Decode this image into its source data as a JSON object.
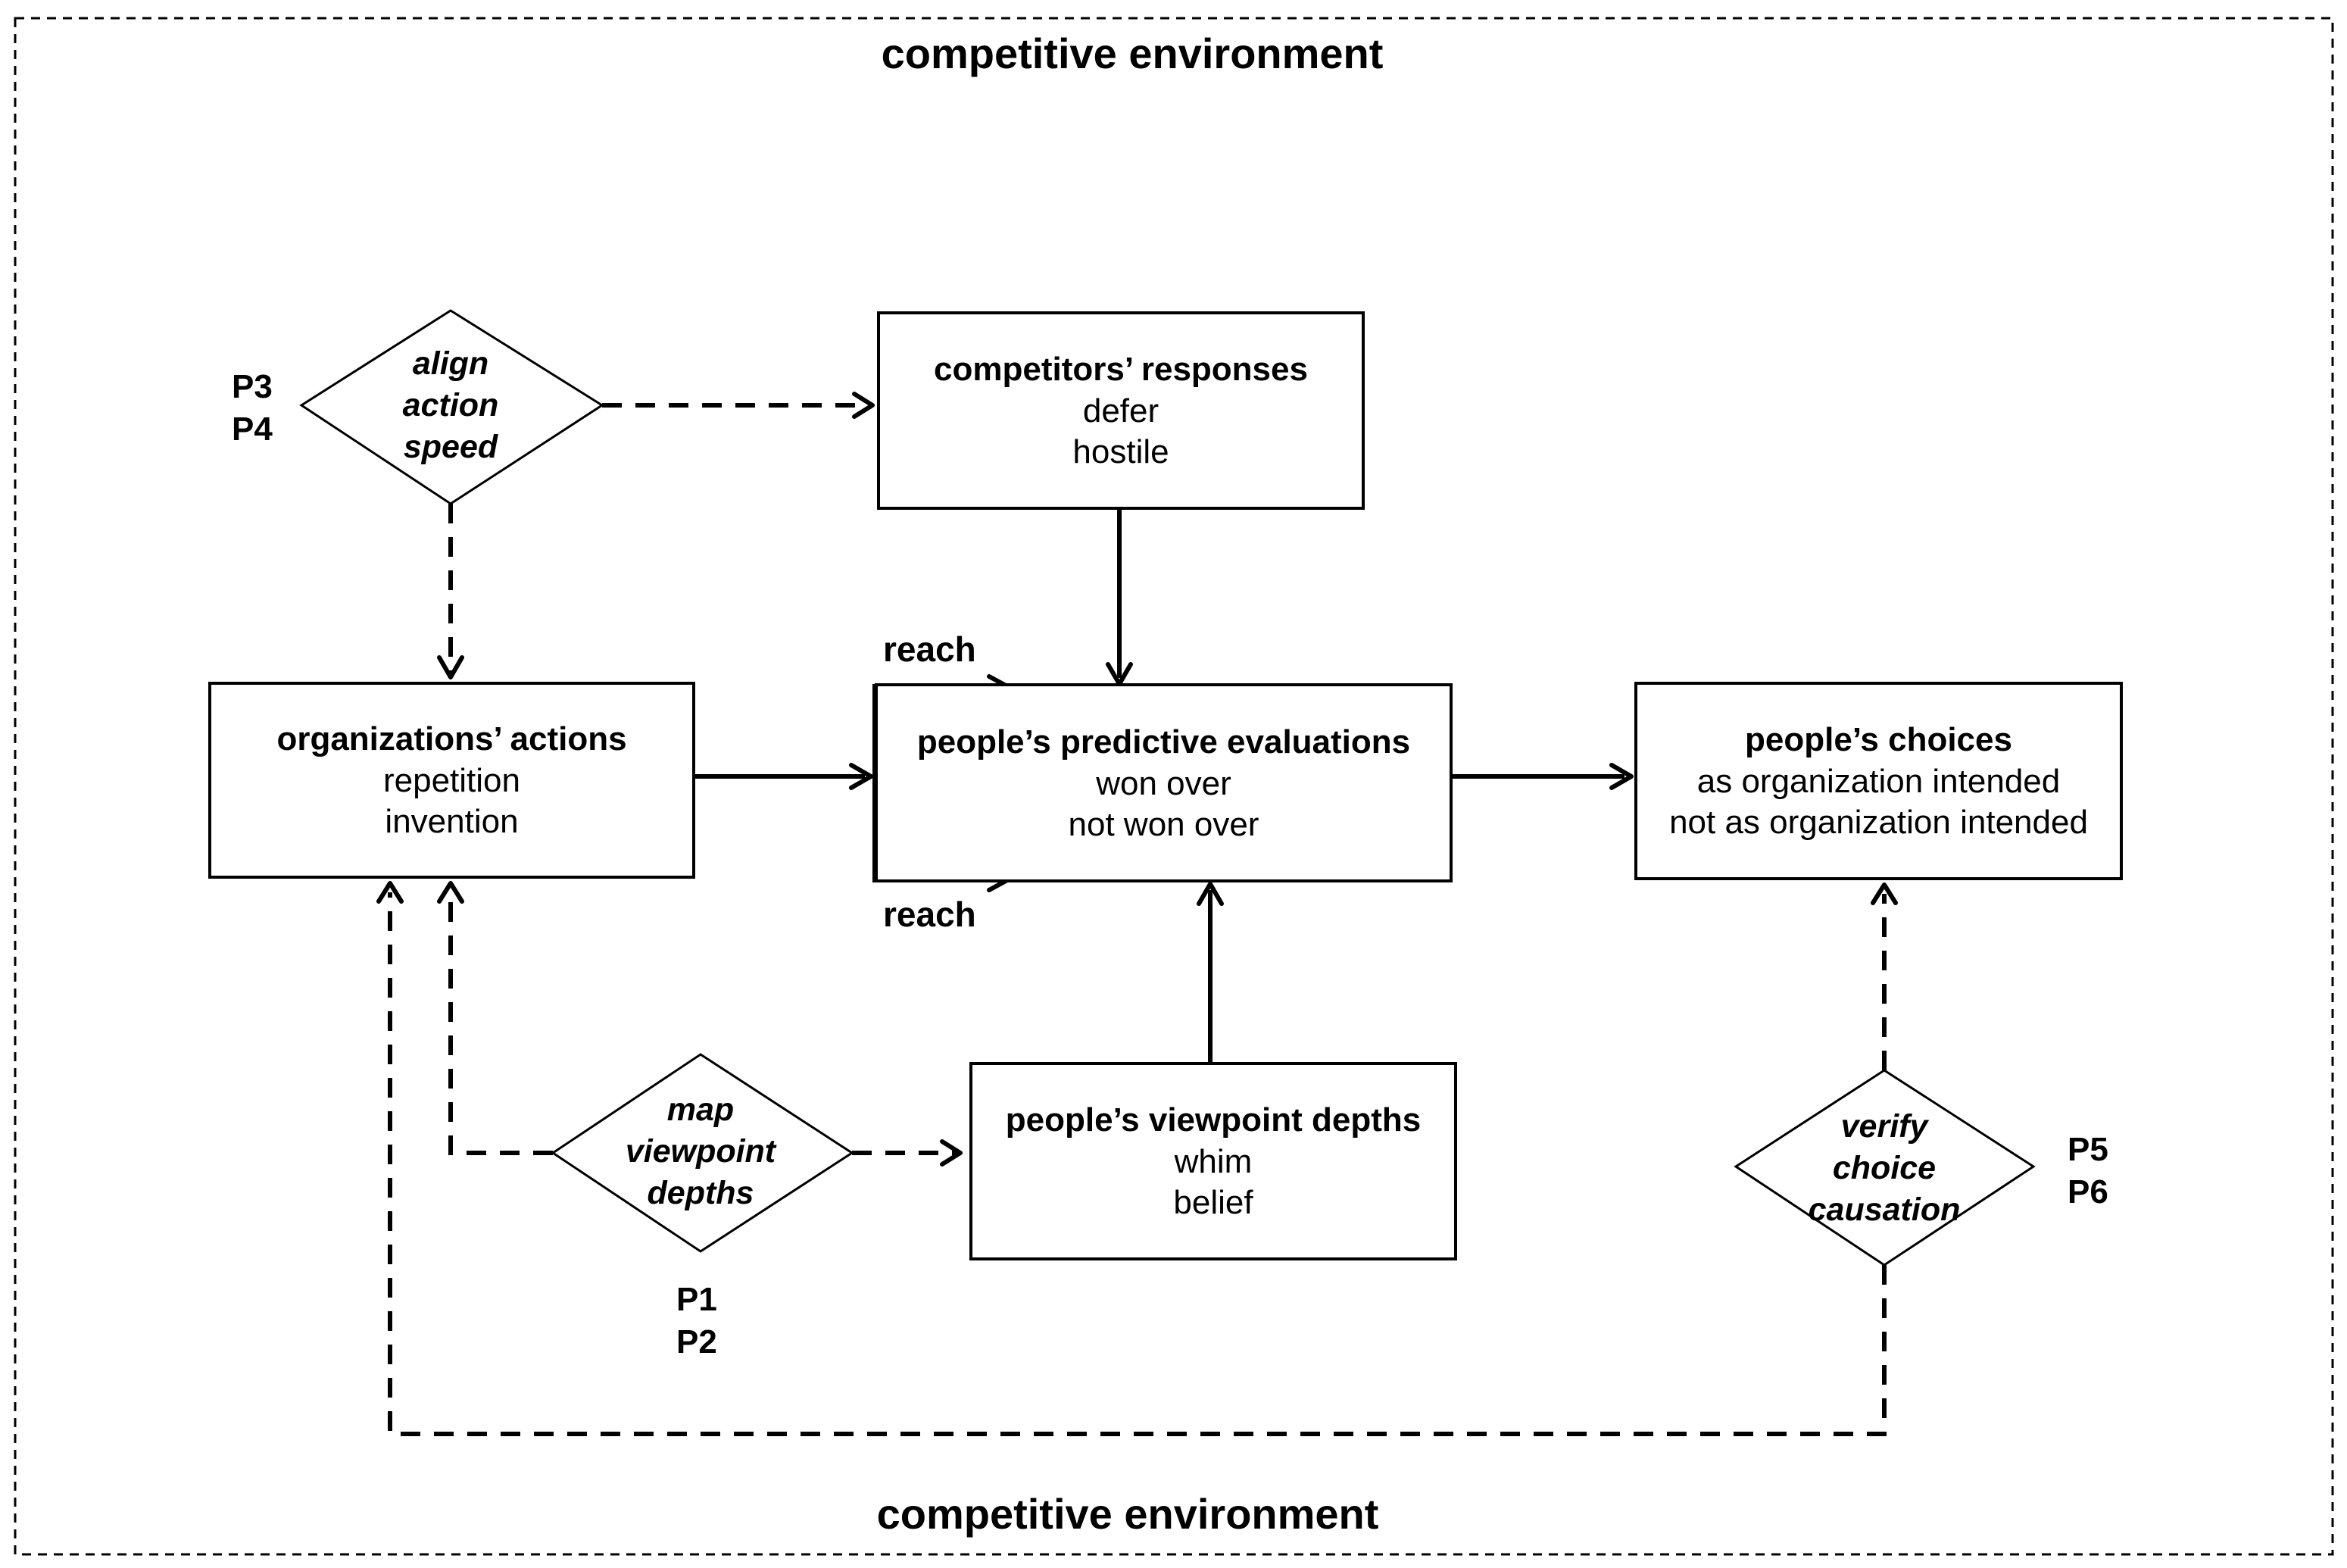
{
  "environment": {
    "top_label": "competitive environment",
    "bottom_label": "competitive environment"
  },
  "boxes": {
    "competitors": {
      "title": "competitors’ responses",
      "lines": [
        "defer",
        "hostile"
      ]
    },
    "organizations": {
      "title": "organizations’ actions",
      "lines": [
        "repetition",
        "invention"
      ]
    },
    "evaluations": {
      "title": "people’s predictive evaluations",
      "lines": [
        "won over",
        "not won over"
      ]
    },
    "choices": {
      "title": "people’s choices",
      "lines": [
        "as organization intended",
        "not as organization intended"
      ]
    },
    "viewpoint": {
      "title": "people’s viewpoint depths",
      "lines": [
        "whim",
        "belief"
      ]
    }
  },
  "diamonds": {
    "align": {
      "lines": [
        "align",
        "action",
        "speed"
      ],
      "props": [
        "P3",
        "P4"
      ]
    },
    "map": {
      "lines": [
        "map",
        "viewpoint",
        "depths"
      ],
      "props": [
        "P1",
        "P2"
      ]
    },
    "verify": {
      "lines": [
        "verify",
        "choice",
        "causation"
      ],
      "props": [
        "P5",
        "P6"
      ]
    }
  },
  "reach": {
    "top": "reach",
    "bottom": "reach"
  }
}
